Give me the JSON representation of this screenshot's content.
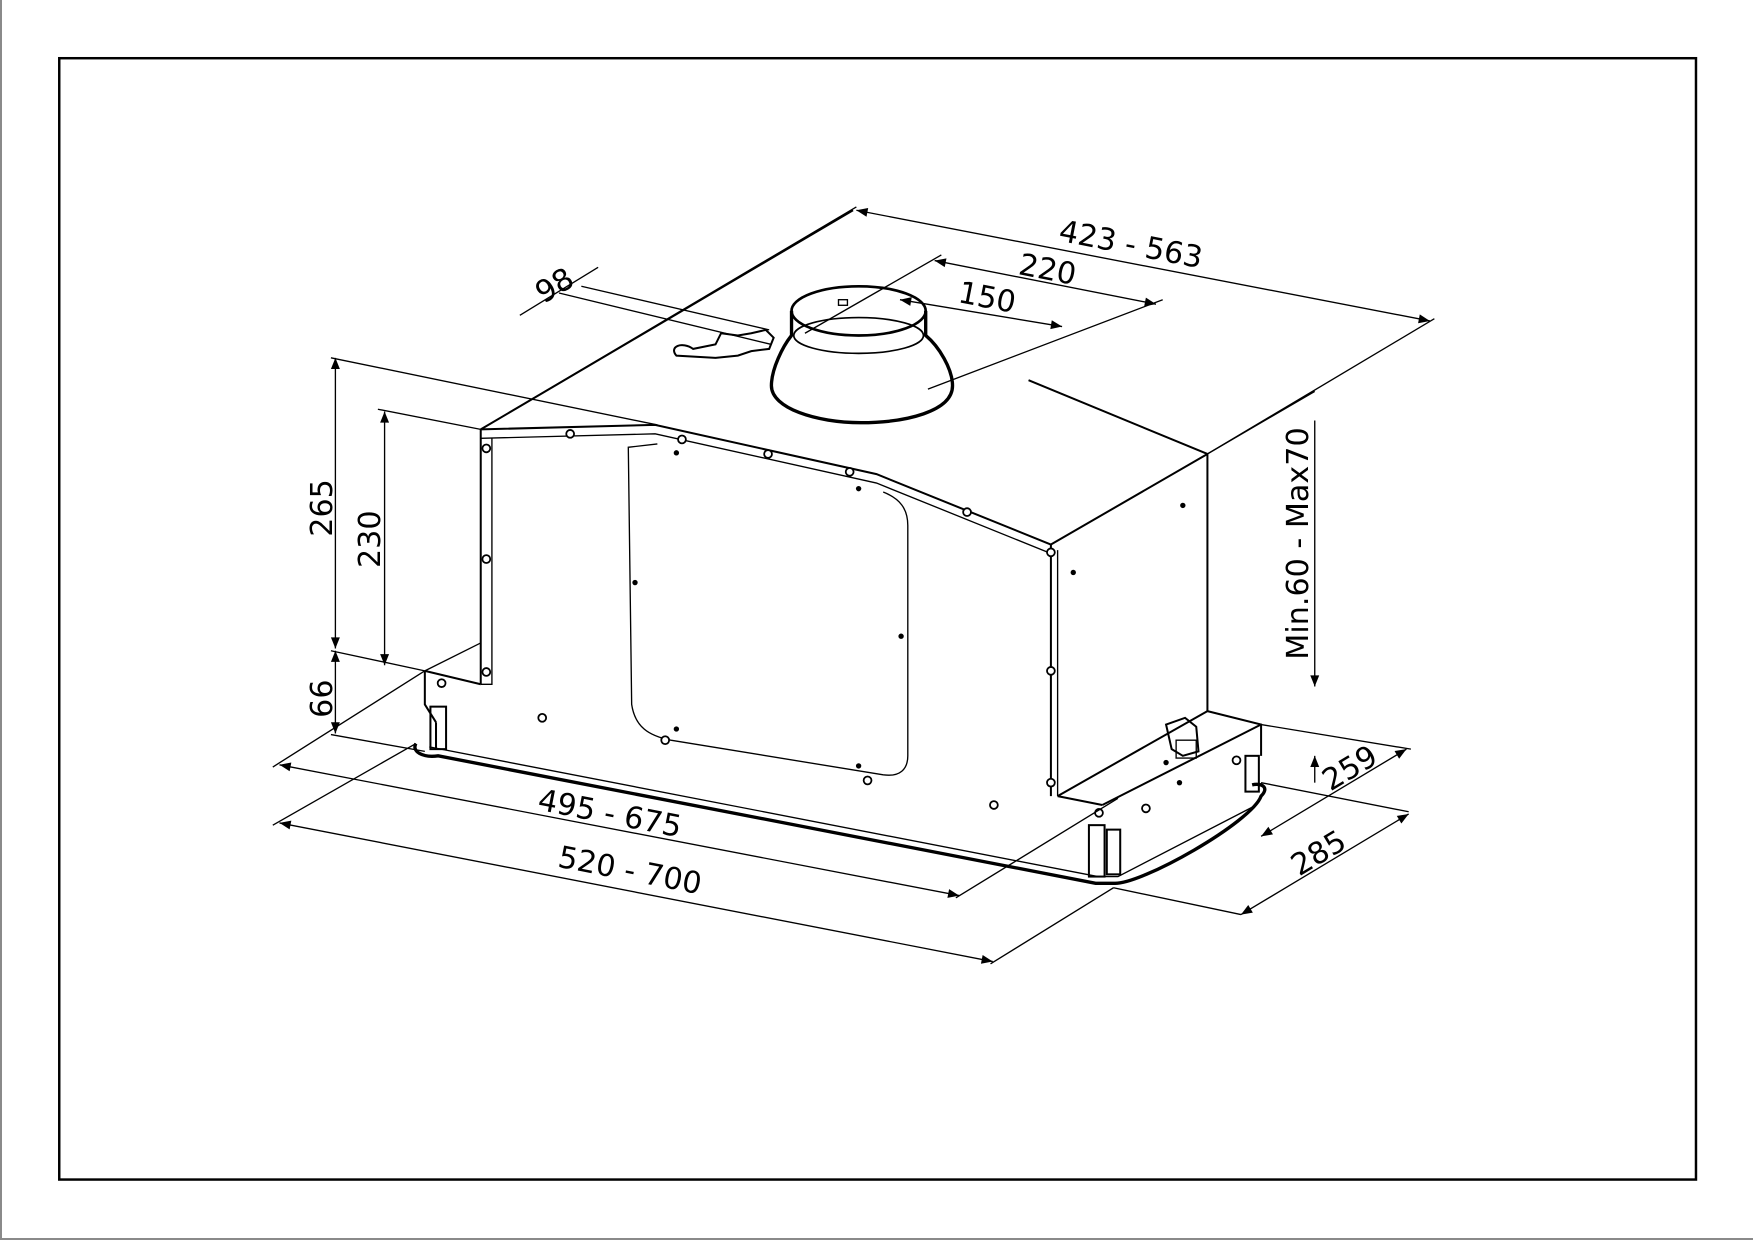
{
  "drawing": {
    "subject": "built-in cooker hood insert, isometric view",
    "units": "mm",
    "frame_color": "#000000",
    "line_color": "#000000",
    "background": "#ffffff"
  },
  "dimensions": {
    "top_depth": "423  -  563",
    "duct_offset_depth": "220",
    "duct_offset_small": "150",
    "duct_offset_side": "98",
    "total_height": "265",
    "body_height": "230",
    "flange_height": "66",
    "inner_width": "495  -  675",
    "outer_width": "520  -  700",
    "ceiling_gap": "Min.60  -  Max70",
    "inner_depth": "259",
    "outer_depth": "285"
  }
}
